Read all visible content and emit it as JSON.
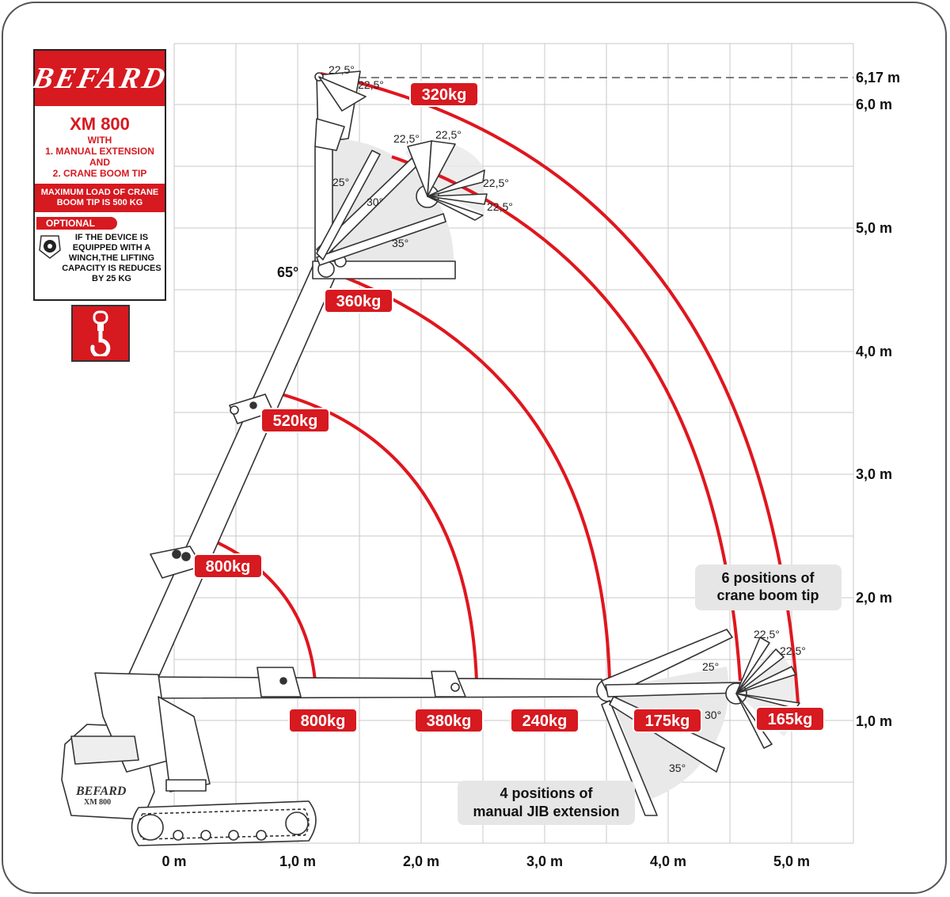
{
  "brand": {
    "logo_text": "BEFARD",
    "model": "XM 800",
    "lines": [
      "WITH",
      "1. MANUAL EXTENSION",
      "AND",
      "2. CRANE BOOM TIP"
    ],
    "max_load_note": "MAXIMUM LOAD OF CRANE BOOM TIP IS 500 KG",
    "optional_label": "OPTIONAL",
    "winch_note": "IF THE DEVICE IS EQUIPPED WITH A WINCH,THE LIFTING CAPACITY IS REDUCES BY 25 KG",
    "machine_badge": "BEFARD",
    "machine_model_badge": "XM 800"
  },
  "axes": {
    "x_ticks": [
      "0 m",
      "1,0 m",
      "2,0 m",
      "3,0 m",
      "4,0 m",
      "5,0 m"
    ],
    "y_ticks": [
      "6,17 m",
      "6,0 m",
      "5,0 m",
      "4,0 m",
      "3,0 m",
      "2,0 m",
      "1,0 m"
    ]
  },
  "angles": {
    "boom_angle": "65°",
    "upper_tip": [
      "22,5°",
      "22,5°"
    ],
    "upper_middle_tip": [
      "22,5°",
      "22,5°",
      "22,5°",
      "22,5°"
    ],
    "upper_jib": [
      "25°",
      "30°",
      "35°"
    ],
    "lower_jib": [
      "25°",
      "30°",
      "35°"
    ],
    "lower_tip": [
      "22,5°",
      "22,5°"
    ]
  },
  "loads": {
    "top_outer": "320kg",
    "top_inner": "360kg",
    "mid": "520kg",
    "low": "800kg",
    "horiz_1": "800kg",
    "horiz_2": "380kg",
    "horiz_3": "240kg",
    "horiz_4": "175kg",
    "horiz_5": "165kg"
  },
  "notes": {
    "boom_tip": [
      "6 positions of",
      "crane boom tip"
    ],
    "jib": [
      "4 positions of",
      "manual JIB extension"
    ]
  },
  "colors": {
    "accent": "#d71920",
    "grid": "#c8c8c8",
    "note_bg": "#e6e6e6"
  }
}
